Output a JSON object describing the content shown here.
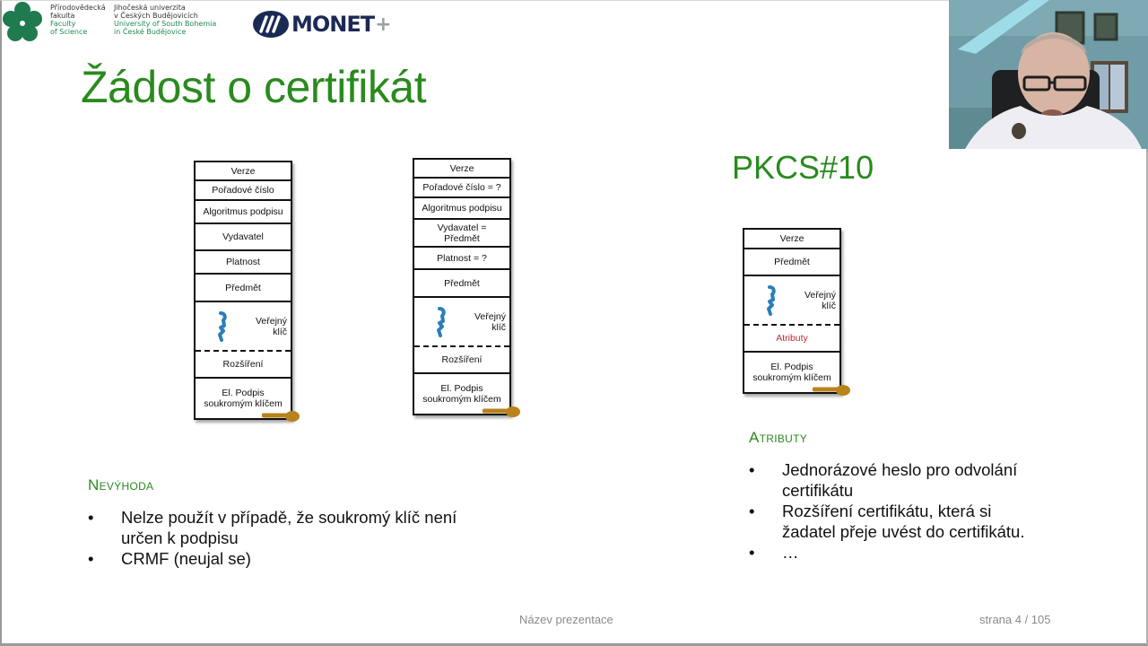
{
  "header": {
    "faculty_logo": {
      "col1": [
        "Přírodovědecká",
        "fakulta",
        "Faculty",
        "of Science"
      ],
      "col2": [
        "Jihočeská univerzita",
        "v Českých Budějovicích",
        "University of South Bohemia",
        "in České Budějovice"
      ]
    },
    "partner_logo": {
      "word": "MONET",
      "plus": "+"
    }
  },
  "slide": {
    "title": "Žádost o certifikát",
    "right_title": "PKCS#10",
    "colors": {
      "accent_green": "#2a8a1e",
      "attribute_red": "#c0283a",
      "footer_gray": "#8a8a8a"
    },
    "diagrams": [
      {
        "name": "certificate",
        "cells": [
          {
            "label": "Verze"
          },
          {
            "label": "Pořadové číslo"
          },
          {
            "label": "Algoritmus podpisu"
          },
          {
            "label": "Vydavatel"
          },
          {
            "label": "Platnost"
          },
          {
            "label": "Předmět"
          },
          {
            "label": "Veřejný klíč",
            "icon": "public-key-icon"
          },
          {
            "label": "Rozšíření",
            "dashed": true
          },
          {
            "label": "El. Podpis soukromým klíčem",
            "icon": "private-key-icon"
          }
        ]
      },
      {
        "name": "self-signed-request",
        "cells": [
          {
            "label": "Verze"
          },
          {
            "label": "Pořadové číslo = ?"
          },
          {
            "label": "Algoritmus podpisu"
          },
          {
            "label": "Vydavatel = Předmět"
          },
          {
            "label": "Platnost = ?"
          },
          {
            "label": "Předmět"
          },
          {
            "label": "Veřejný klíč",
            "icon": "public-key-icon"
          },
          {
            "label": "Rozšíření",
            "dashed": true
          },
          {
            "label": "El. Podpis soukromým klíčem",
            "icon": "private-key-icon"
          }
        ]
      },
      {
        "name": "pkcs10-request",
        "cells": [
          {
            "label": "Verze"
          },
          {
            "label": "Předmět"
          },
          {
            "label": "Veřejný klíč",
            "icon": "public-key-icon"
          },
          {
            "label": "Atributy",
            "dashed": true,
            "highlight": true
          },
          {
            "label": "El. Podpis soukromým klíčem",
            "icon": "private-key-icon"
          }
        ]
      }
    ],
    "disadvantage": {
      "heading": "Nevýhoda",
      "items": [
        "Nelze použít v případě, že soukromý klíč není určen k podpisu",
        "CRMF (neujal se)"
      ]
    },
    "attributes": {
      "heading": "Atributy",
      "items": [
        "Jednorázové heslo pro odvolání certifikátu",
        "Rozšíření certifikátu, která si žadatel přeje uvést do certifikátu.",
        "…"
      ]
    }
  },
  "footer": {
    "presentation_name": "Název prezentace",
    "page_indicator": "strana 4 / 105"
  },
  "webcam": {
    "label": "presenter-video"
  }
}
